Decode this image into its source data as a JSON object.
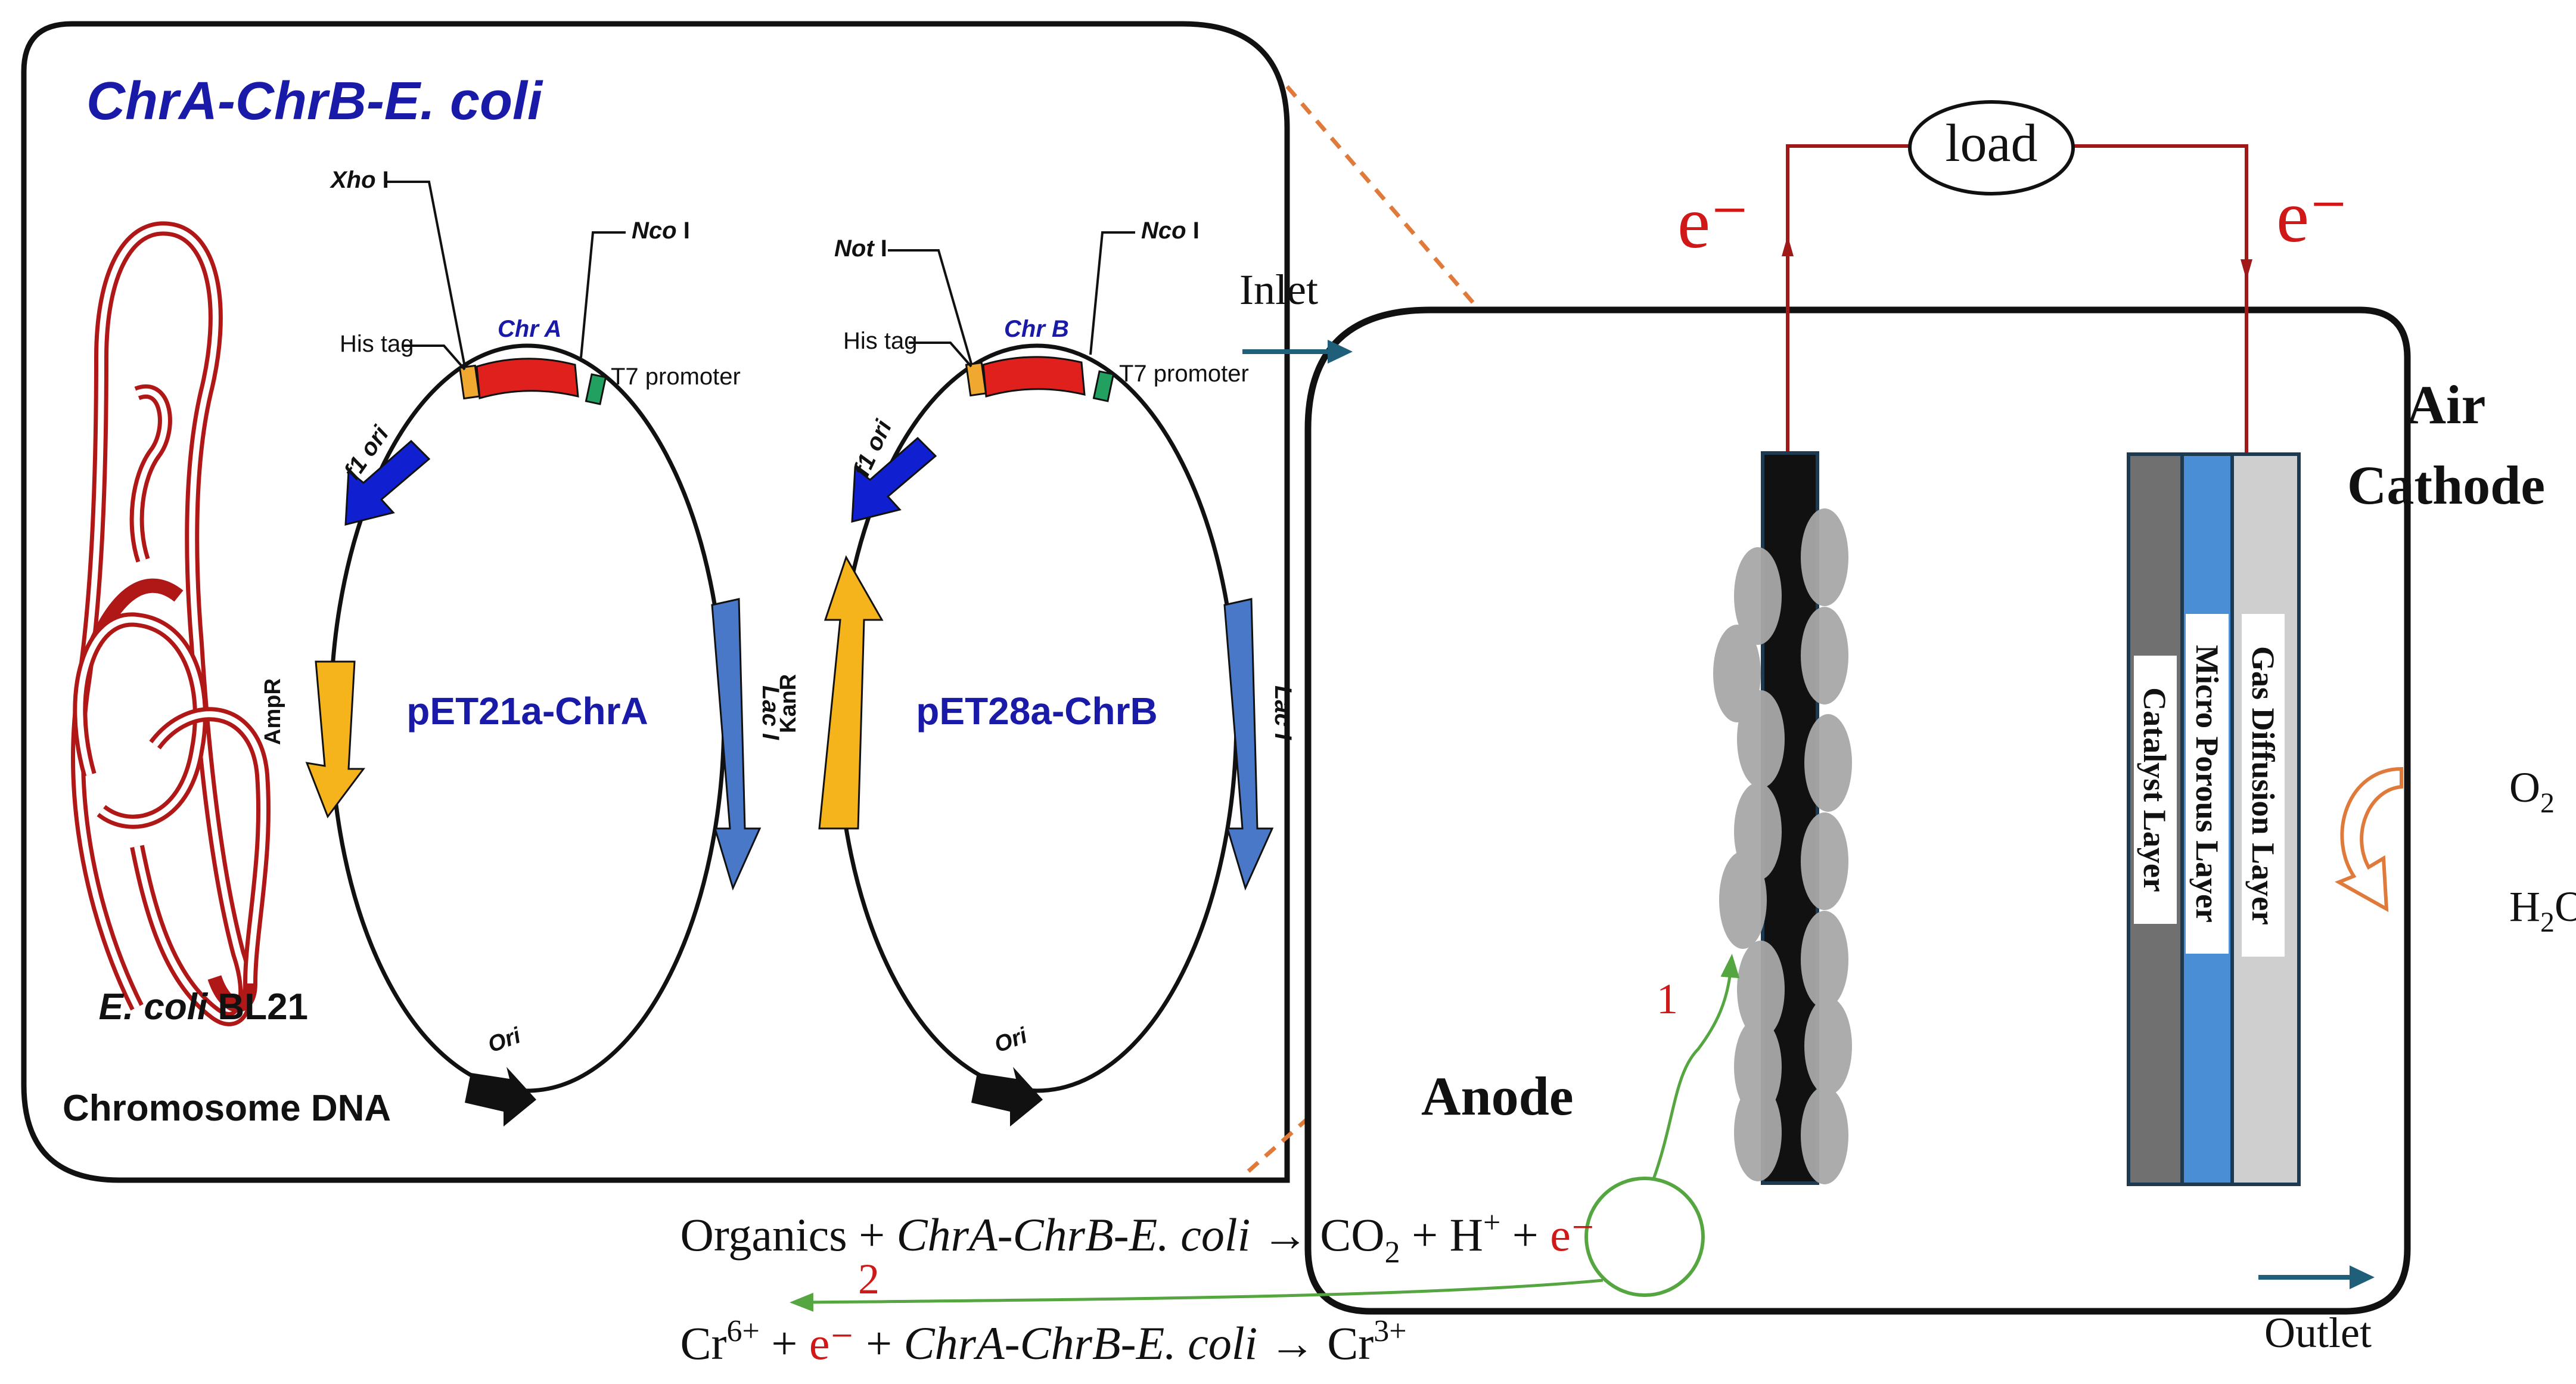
{
  "title": "ChrA-ChrB-E. coli",
  "colors": {
    "accent_blue": "#1a1aa8",
    "dark_red": "#a01818",
    "electron_red": "#d01818",
    "orange_dashed": "#e07a3a",
    "green_path": "#55a640",
    "teal_arrow": "#1f5f7a",
    "micro_porous": "#4a8fd6",
    "gas_diffusion": "#cfcfcf",
    "catalyst": "#707070",
    "gene_red": "#e0201c",
    "his_tag": "#f0a830",
    "t7_green": "#22a060",
    "ori_blue": "#1020d0",
    "resistance_yellow": "#f5b41c",
    "laci_blue": "#4a78c8"
  },
  "genome": {
    "strain_prefix": "E. coli",
    "strain_suffix": " BL21",
    "chromosome_label": "Chromosome DNA"
  },
  "plasmid_a": {
    "name": "pET21a-ChrA",
    "site_left": "Xho",
    "site_left_suffix": " I",
    "site_right": "Nco",
    "site_right_suffix": " I",
    "his_tag": "His tag",
    "gene": "Chr A",
    "promoter": "T7 promoter",
    "f1_ori": "f1 ori",
    "resistance": "AmpR",
    "lac": "Lac I",
    "ori": "Ori"
  },
  "plasmid_b": {
    "name": "pET28a-ChrB",
    "site_left": "Not",
    "site_left_suffix": " I",
    "site_right": "Nco",
    "site_right_suffix": " I",
    "his_tag": "His tag",
    "gene": "Chr B",
    "promoter": "T7 promoter",
    "f1_ori": "f1 ori",
    "resistance": "KanR",
    "lac": "Lac I",
    "ori": "Ori"
  },
  "cell": {
    "inlet": "Inlet",
    "outlet": "Outlet",
    "load": "load",
    "electron_left": "e⁻",
    "electron_right": "e⁻",
    "anode": "Anode",
    "air_cathode_line1": "Air",
    "air_cathode_line2": "Cathode",
    "catalyst_layer": "Catalyst Layer",
    "micro_porous_layer": "Micro Porous Layer",
    "gas_diffusion_layer": "Gas Diffusion Layer",
    "o2": "O",
    "o2_sub": "2",
    "h2o_h": "H",
    "h2o_sub": "2",
    "h2o_o": "O",
    "step1": "1",
    "step2": "2"
  },
  "equations": {
    "eq1": {
      "organics": "Organics + ",
      "organism": "ChrA-ChrB-E. coli",
      "arrow": " → CO",
      "co2_sub": "2",
      "plus_h": " + H",
      "h_sup": "+",
      "plus": " + ",
      "electron": "e⁻"
    },
    "eq2": {
      "cr": "Cr",
      "cr6_sup": "6+",
      "plus1": " + ",
      "electron": "e⁻",
      "plus2": " + ",
      "organism": "ChrA-ChrB-E. coli",
      "arrow": " → Cr",
      "cr3_sup": "3+"
    }
  }
}
